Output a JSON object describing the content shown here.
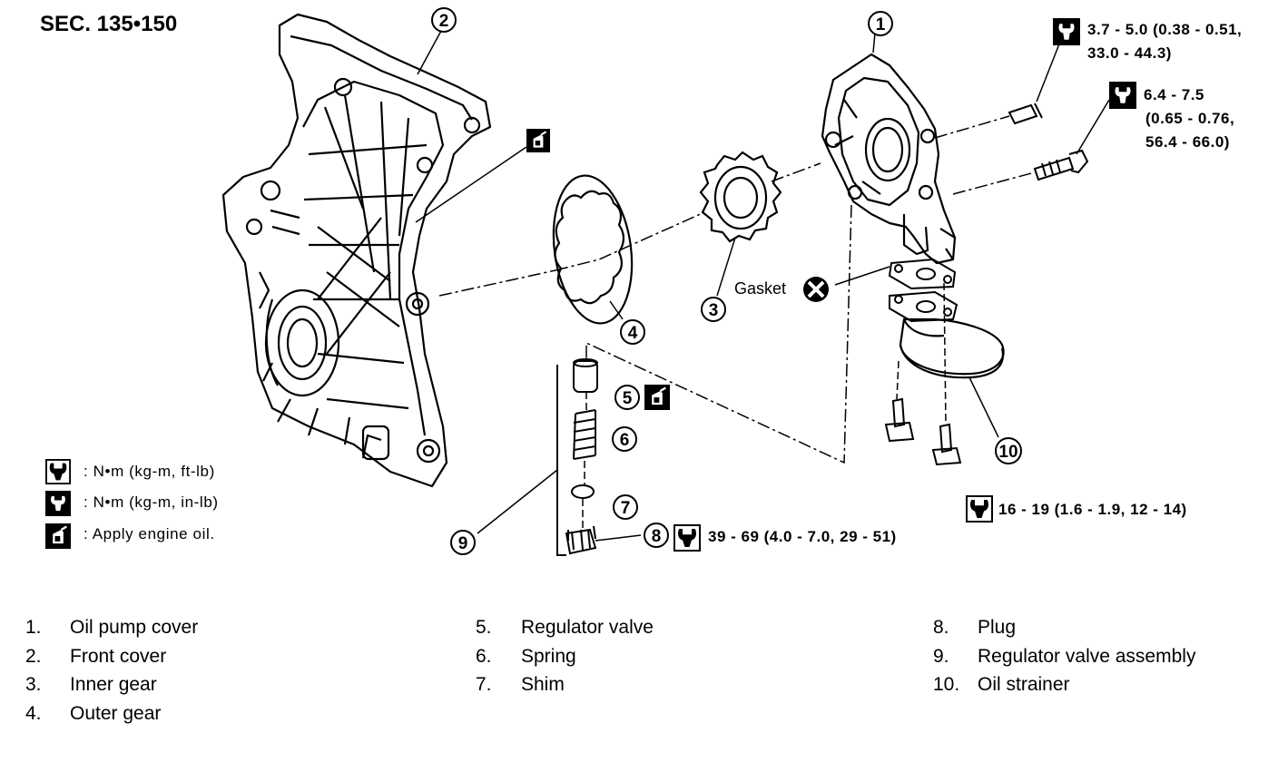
{
  "section_label": "SEC. 135•150",
  "part_numbers": [
    "1",
    "2",
    "3",
    "4",
    "5",
    "6",
    "7",
    "8",
    "9",
    "10"
  ],
  "gasket_label": "Gasket",
  "torque_specs": {
    "pump_cover_screw": [
      "3.7 - 5.0 (0.38 - 0.51,",
      "33.0 - 44.3)"
    ],
    "pump_bolt": [
      "6.4 - 7.5",
      "(0.65 - 0.76,",
      "56.4 - 66.0)"
    ],
    "strainer_bolt": "16 - 19 (1.6 - 1.9, 12 - 14)",
    "plug": "39 - 69 (4.0 - 7.0, 29 - 51)"
  },
  "symbol_legend": [
    {
      "icon": "torque-wrench-ft-lb-icon",
      "text": ":  N•m  (kg-m,  ft-lb)"
    },
    {
      "icon": "torque-wrench-in-lb-icon",
      "text": ":  N•m  (kg-m,  in-lb)"
    },
    {
      "icon": "oil-can-icon",
      "text": ":  Apply  engine  oil."
    }
  ],
  "parts_list": [
    {
      "num": "1.",
      "name": "Oil pump cover"
    },
    {
      "num": "2.",
      "name": "Front cover"
    },
    {
      "num": "3.",
      "name": "Inner gear"
    },
    {
      "num": "4.",
      "name": "Outer gear"
    },
    {
      "num": "5.",
      "name": "Regulator valve"
    },
    {
      "num": "6.",
      "name": "Spring"
    },
    {
      "num": "7.",
      "name": "Shim"
    },
    {
      "num": "8.",
      "name": "Plug"
    },
    {
      "num": "9.",
      "name": "Regulator valve assembly"
    },
    {
      "num": "10.",
      "name": "Oil strainer"
    }
  ]
}
